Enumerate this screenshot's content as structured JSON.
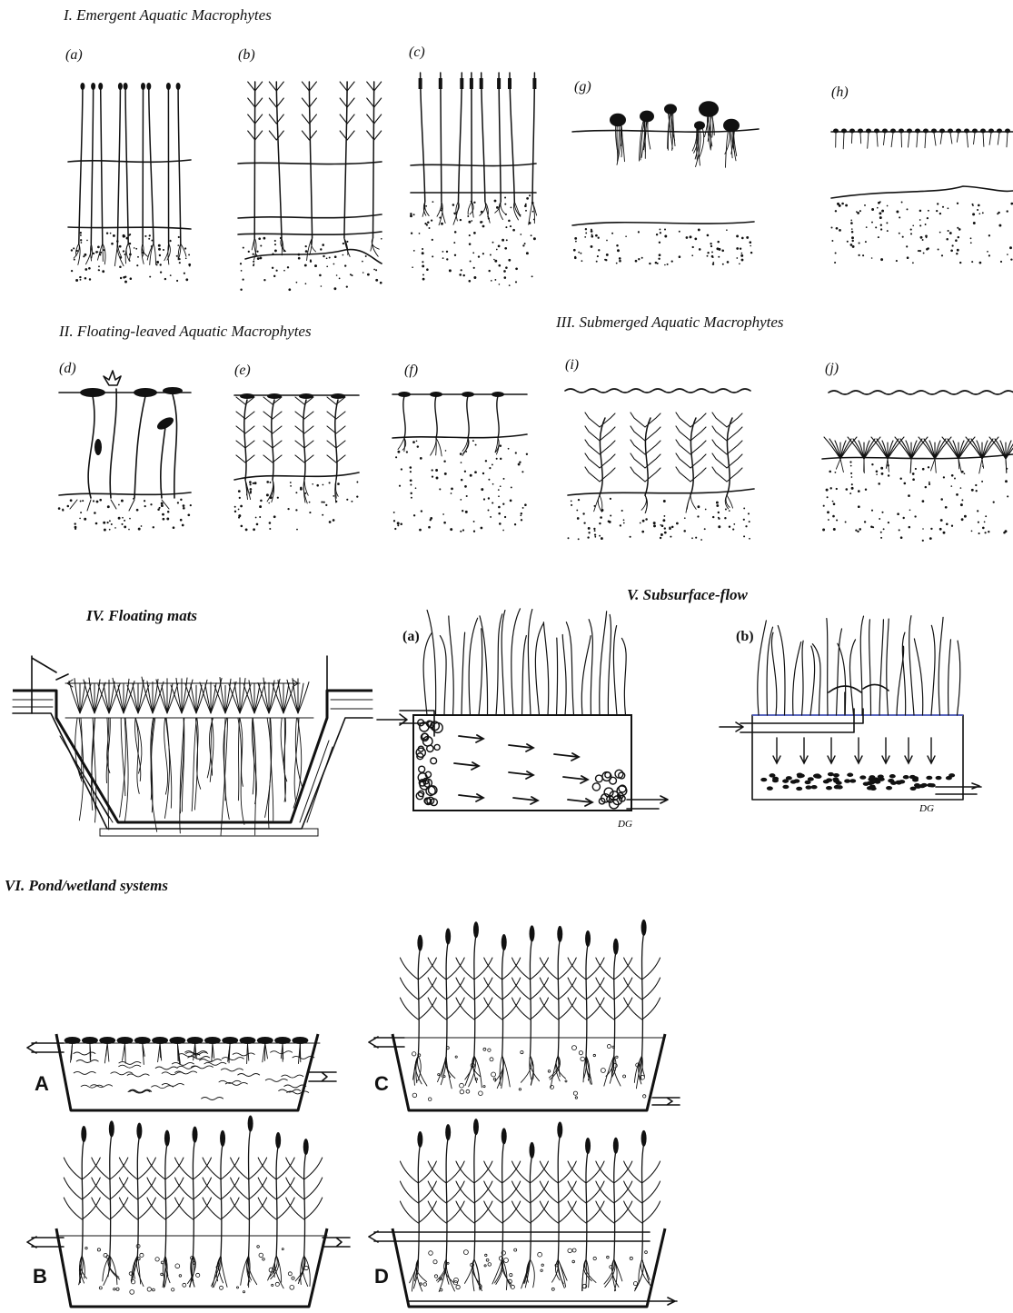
{
  "sections": {
    "emergent": "I. Emergent Aquatic Macrophytes",
    "floating_leaved": "II. Floating-leaved Aquatic Macrophytes",
    "submerged": "III. Submerged Aquatic Macrophytes",
    "floating_mats": "IV. Floating mats",
    "subsurface_flow": "V. Subsurface-flow",
    "pond_wetland": "VI. Pond/wetland systems"
  },
  "panels": {
    "a": "(a)",
    "b": "(b)",
    "c": "(c)",
    "d": "(d)",
    "e": "(e)",
    "f": "(f)",
    "g": "(g)",
    "h": "(h)",
    "i": "(i)",
    "j": "(j)",
    "sa": "(a)",
    "sb": "(b)"
  },
  "systems": {
    "A": "A",
    "B": "B",
    "C": "C",
    "D": "D"
  },
  "signatures": {
    "sig1": "DG",
    "sig2": "DG"
  }
}
